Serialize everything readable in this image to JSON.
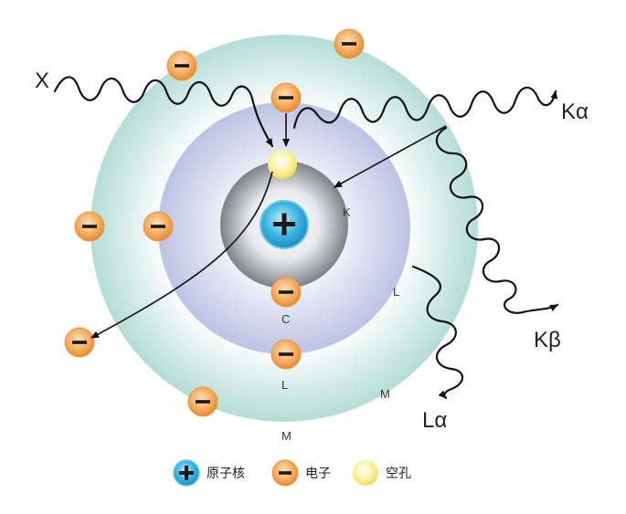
{
  "labels": {
    "incoming": "X",
    "k_alpha": "Kα",
    "k_beta": "Kβ",
    "l_alpha": "Lα",
    "shell_k": "K",
    "shell_l_right": "L",
    "shell_l_bottom": "L",
    "shell_m_right": "M",
    "shell_m_bottom": "M",
    "center_c": "C"
  },
  "legend": {
    "nucleus": "原子核",
    "electron": "电子",
    "hole": "空孔"
  },
  "colors": {
    "outer_shell": "#bfe3dc",
    "middle_shell": "#c9cfe9",
    "inner_shell": "#8e9196",
    "nucleus": "#2aa6d8",
    "electron": "#f2a04a",
    "hole": "#fbf08a"
  }
}
